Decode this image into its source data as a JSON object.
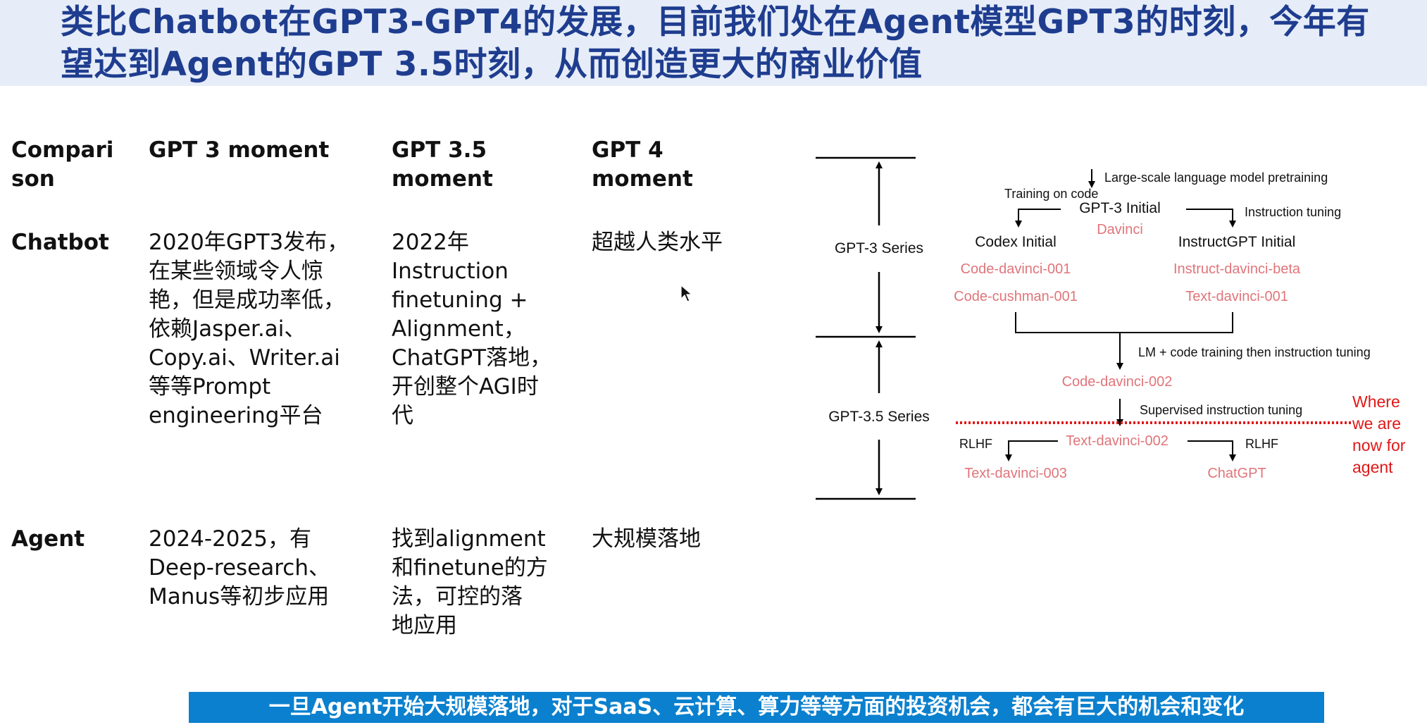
{
  "header": {
    "title_line1": "类比Chatbot在GPT3-GPT4的发展，目前我们处在Agent模型GPT3的时刻，今年有",
    "title_line2": "望达到Agent的GPT 3.5时刻，从而创造更大的商业价值"
  },
  "table": {
    "columns": [
      "Compari\nson",
      "GPT 3 moment",
      "GPT 3.5\nmoment",
      "GPT 4\nmoment"
    ],
    "rows": [
      {
        "label": "Chatbot",
        "gpt3": "2020年GPT3发布，\n在某些领域令人惊\n艳，但是成功率低，\n依赖Jasper.ai、\nCopy.ai、Writer.ai\n等等Prompt\nengineering平台",
        "gpt35": "2022年\nInstruction\nfinetuning +\nAlignment，\nChatGPT落地，\n开创整个AGI时\n代",
        "gpt4": "超越人类水平"
      },
      {
        "label": "Agent",
        "gpt3": "2024-2025，有\nDeep-research、\nManus等初步应用",
        "gpt35": "找到alignment\n和finetune的方\n法，可控的落\n地应用",
        "gpt4": "大规模落地"
      }
    ]
  },
  "diagram": {
    "series_gpt3": "GPT-3 Series",
    "series_gpt35": "GPT-3.5 Series",
    "pretraining": "Large-scale language model pretraining",
    "gpt3_initial": "GPT-3 Initial",
    "davinci": "Davinci",
    "training_on_code": "Training on code",
    "instruction_tuning": "Instruction tuning",
    "codex_initial": "Codex Initial",
    "instructgpt_initial": "InstructGPT Initial",
    "code_davinci_001": "Code-davinci-001",
    "code_cushman_001": "Code-cushman-001",
    "instruct_davinci_beta": "Instruct-davinci-beta",
    "text_davinci_001": "Text-davinci-001",
    "lm_code_training": "LM + code training then instruction tuning",
    "code_davinci_002": "Code-davinci-002",
    "supervised_tuning": "Supervised instruction tuning",
    "text_davinci_002": "Text-davinci-002",
    "rlhf_left": "RLHF",
    "rlhf_right": "RLHF",
    "text_davinci_003": "Text-davinci-003",
    "chatgpt": "ChatGPT",
    "where_we_are": [
      "Where",
      "we are",
      "now for",
      "agent"
    ],
    "colors": {
      "model_red": "#e0757a",
      "marker_red": "#e01818",
      "line": "#000000"
    }
  },
  "footer": {
    "banner_text": "一旦Agent开始大规模落地，对于SaaS、云计算、算力等等方面的投资机会，都会有巨大的机会和变化",
    "banner_color": "#0b80ce"
  }
}
